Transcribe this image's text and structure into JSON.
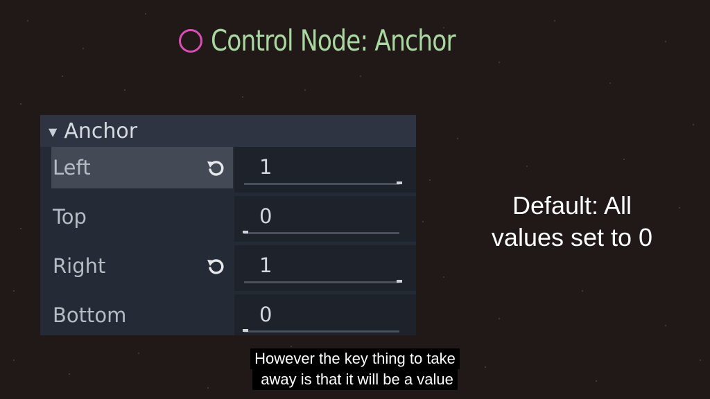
{
  "slide": {
    "title": "Control Node: Anchor",
    "bullet_color": "#d94fb6",
    "title_color": "#a8d8a0",
    "background_color": "#211818"
  },
  "inspector": {
    "section_label": "Anchor",
    "section_icon": "chevron-down-icon",
    "properties": [
      {
        "label": "Left",
        "value": "1",
        "selected": true,
        "reset_icon": "reset-icon"
      },
      {
        "label": "Top",
        "value": "0",
        "selected": false,
        "reset_icon": ""
      },
      {
        "label": "Right",
        "value": "1",
        "selected": false,
        "reset_icon": "reset-icon"
      },
      {
        "label": "Bottom",
        "value": "0",
        "selected": false,
        "reset_icon": ""
      }
    ]
  },
  "note": {
    "line1": "Default: All",
    "line2": "values set to 0"
  },
  "captions": {
    "line1": "However the key thing to take",
    "line2": " away is that it will be a value"
  }
}
